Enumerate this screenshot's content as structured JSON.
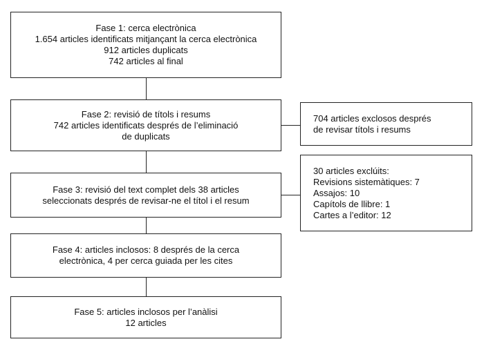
{
  "phases": [
    {
      "lines": [
        "Fase 1: cerca electrònica",
        "1.654 articles identificats mitjançant la cerca electrònica",
        "912 articles duplicats",
        "742 articles al final"
      ]
    },
    {
      "lines": [
        "Fase 2: revisió de títols i resums",
        "742 articles identificats després de l’eliminació",
        "de duplicats"
      ]
    },
    {
      "lines": [
        "Fase 3: revisió del text complet dels 38 articles",
        "seleccionats després de revisar-ne el títol i el resum"
      ]
    },
    {
      "lines": [
        "Fase 4: articles inclosos: 8 després de la cerca",
        "electrònica, 4 per cerca guiada per les cites"
      ]
    },
    {
      "lines": [
        "Fase 5: articles inclosos per l’anàlisi",
        "12 articles"
      ]
    }
  ],
  "excluded_titles": {
    "lines": [
      "704 articles exclosos després",
      "de revisar títols i resums"
    ]
  },
  "excluded_fulltext": {
    "lines": [
      "30 articles exclúits:",
      "Revisions sistemàtiques: 7",
      "Assajos: 10",
      "Capítols de llibre: 1",
      "Cartes a l’editor: 12"
    ]
  }
}
